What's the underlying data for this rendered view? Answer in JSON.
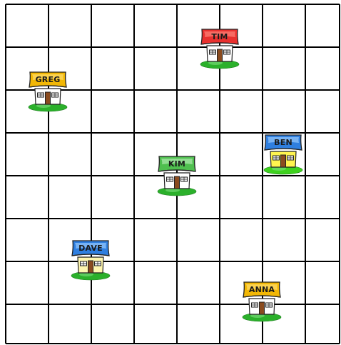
{
  "map": {
    "grid": {
      "columns": 8,
      "rows": 8,
      "line_color": "#000000"
    },
    "houses": [
      {
        "id": "tim",
        "label": "TIM",
        "roof_color": "#e8312f",
        "roof_light": "#ff8a80",
        "wall_color": "#ffffff",
        "grass_color": "#2bb02b"
      },
      {
        "id": "greg",
        "label": "GREG",
        "roof_color": "#f2b705",
        "roof_light": "#ffe07a",
        "wall_color": "#ffffff",
        "grass_color": "#2bb02b"
      },
      {
        "id": "ben",
        "label": "BEN",
        "roof_color": "#2f7fe0",
        "roof_light": "#9fd0ff",
        "wall_color": "#fff44f",
        "grass_color": "#3ed11e"
      },
      {
        "id": "kim",
        "label": "KIM",
        "roof_color": "#4fbf4f",
        "roof_light": "#b7ecb7",
        "wall_color": "#ffffff",
        "grass_color": "#2bb02b"
      },
      {
        "id": "dave",
        "label": "DAVE",
        "roof_color": "#2f7fe0",
        "roof_light": "#9fd0ff",
        "wall_color": "#fff7b0",
        "grass_color": "#2bb02b"
      },
      {
        "id": "anna",
        "label": "ANNA",
        "roof_color": "#f2b705",
        "roof_light": "#ffe07a",
        "wall_color": "#ffffff",
        "grass_color": "#2bb02b"
      }
    ]
  }
}
